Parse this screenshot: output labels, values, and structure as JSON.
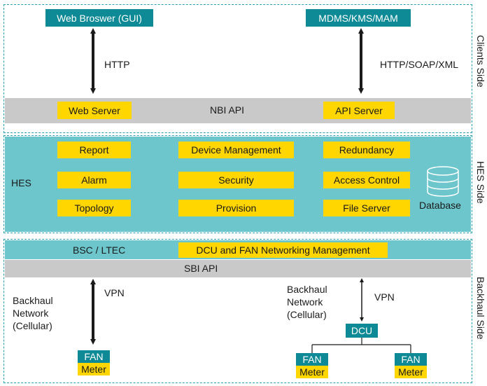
{
  "clients": {
    "web_browser": "Web Broswer (GUI)",
    "mdms": "MDMS/KMS/MAM",
    "http": "HTTP",
    "http_soap": "HTTP/SOAP/XML",
    "web_server": "Web Server",
    "nbi_api": "NBI API",
    "api_server": "API Server",
    "side_label": "Clients Side"
  },
  "hes": {
    "label": "HES",
    "modules": [
      "Report",
      "Device Management",
      "Redundancy",
      "Alarm",
      "Security",
      "Access Control",
      "Topology",
      "Provision",
      "File Server"
    ],
    "database": "Database",
    "side_label": "HES Side"
  },
  "backhaul": {
    "bsc": "BSC / LTEC",
    "dcu_fan_mgmt": "DCU and FAN Networking Management",
    "sbi_api": "SBI API",
    "left_network": [
      "Backhaul",
      "Network",
      "(Cellular)"
    ],
    "right_network": [
      "Backhaul",
      "Network",
      "(Cellular)"
    ],
    "vpn_left": "VPN",
    "vpn_right": "VPN",
    "dcu": "DCU",
    "fan": "FAN",
    "meter": "Meter",
    "side_label": "Backhaul Side"
  },
  "colors": {
    "teal": "#0e8a96",
    "light_teal": "#6cc6cc",
    "yellow": "#ffd600",
    "grey": "#c9c9c9",
    "dash": "#2aa0b4"
  }
}
